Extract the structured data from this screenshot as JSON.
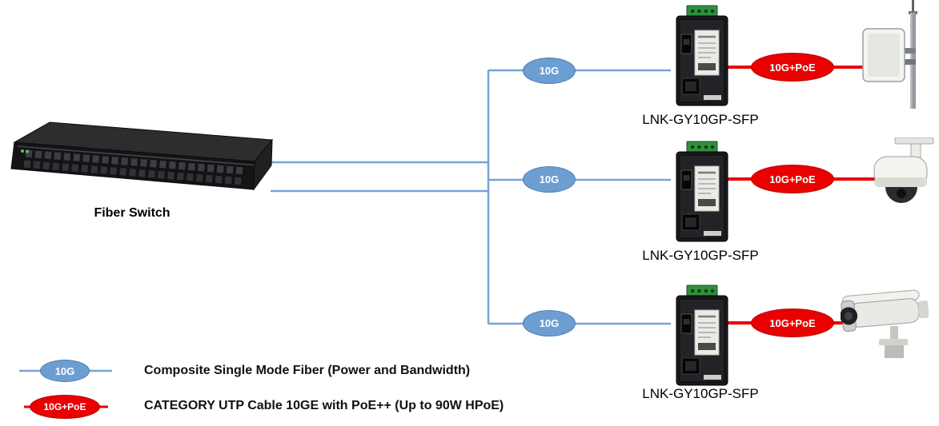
{
  "diagram": {
    "switch": {
      "label": "Fiber Switch"
    },
    "rows": [
      {
        "fiber_badge": "10G",
        "converter_label": "LNK-GY10GP-SFP",
        "poe_badge": "10G+PoE",
        "device": "wireless-panel-antenna"
      },
      {
        "fiber_badge": "10G",
        "converter_label": "LNK-GY10GP-SFP",
        "poe_badge": "10G+PoE",
        "device": "ptz-dome-camera"
      },
      {
        "fiber_badge": "10G",
        "converter_label": "LNK-GY10GP-SFP",
        "poe_badge": "10G+PoE",
        "device": "bullet-camera"
      }
    ],
    "legend": {
      "fiber": {
        "badge": "10G",
        "label": "Composite Single Mode Fiber (Power and Bandwidth)"
      },
      "poe": {
        "badge": "10G+PoE",
        "label": "CATEGORY UTP Cable 10GE with PoE++ (Up to 90W HPoE)"
      }
    },
    "colors": {
      "fiber_line": "#76a3d6",
      "fiber_badge_fill": "#6d9ed2",
      "fiber_badge_border": "#4a7cab",
      "poe_color": "#ea0000"
    }
  }
}
